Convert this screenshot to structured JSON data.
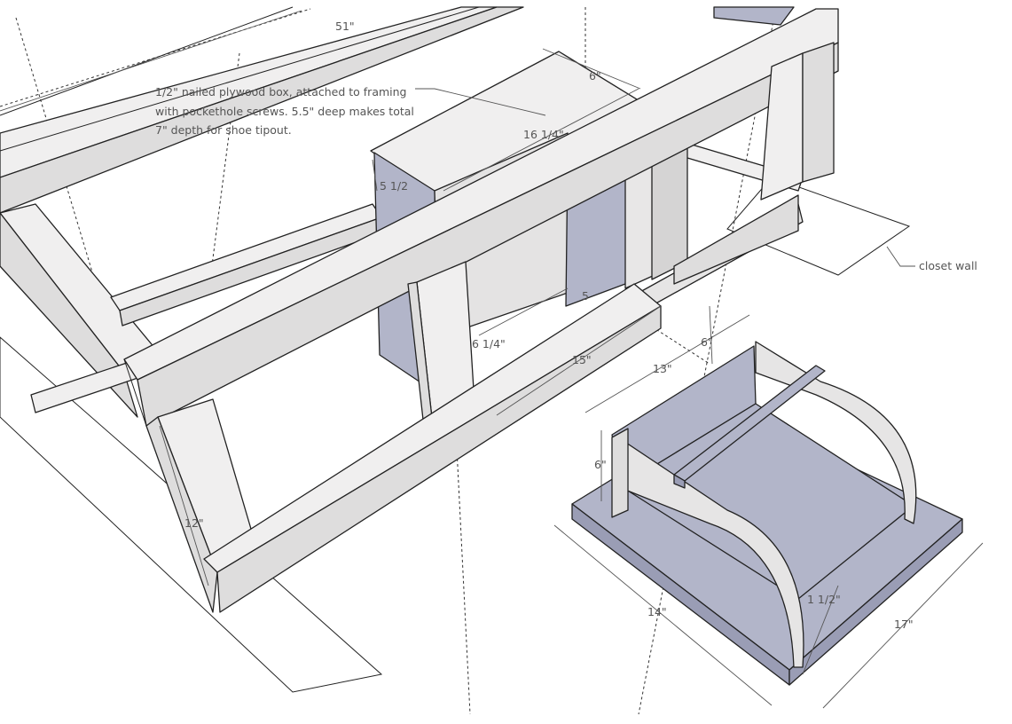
{
  "colors": {
    "board_top": "#f0efef",
    "board_side": "#dedddd",
    "panel_blue": "#b2b5c9",
    "panel_blue_dark": "#9a9db5",
    "floor": "#f4f4f4"
  },
  "annotations": {
    "box_note": {
      "line1": "1/2\" nailed plywood box, attached to framing",
      "line2": "with pockethole screws. 5.5\" deep makes total",
      "line3": "7\" depth for shoe tipout."
    },
    "closet_wall": "closet wall"
  },
  "dimensions": {
    "d51": "51\"",
    "d6_top": "6\"",
    "d16_14": "16 1/4\"",
    "d5_12": "5 1/2",
    "d5": "5",
    "d6_14": "6 1/4\"",
    "d15": "15\"",
    "d13": "13\"",
    "d6_tray": "6\"",
    "d6_side": "6\"",
    "d12": "12\"",
    "d14": "14\"",
    "d1_12": "1 1/2\"",
    "d17": "17\""
  }
}
